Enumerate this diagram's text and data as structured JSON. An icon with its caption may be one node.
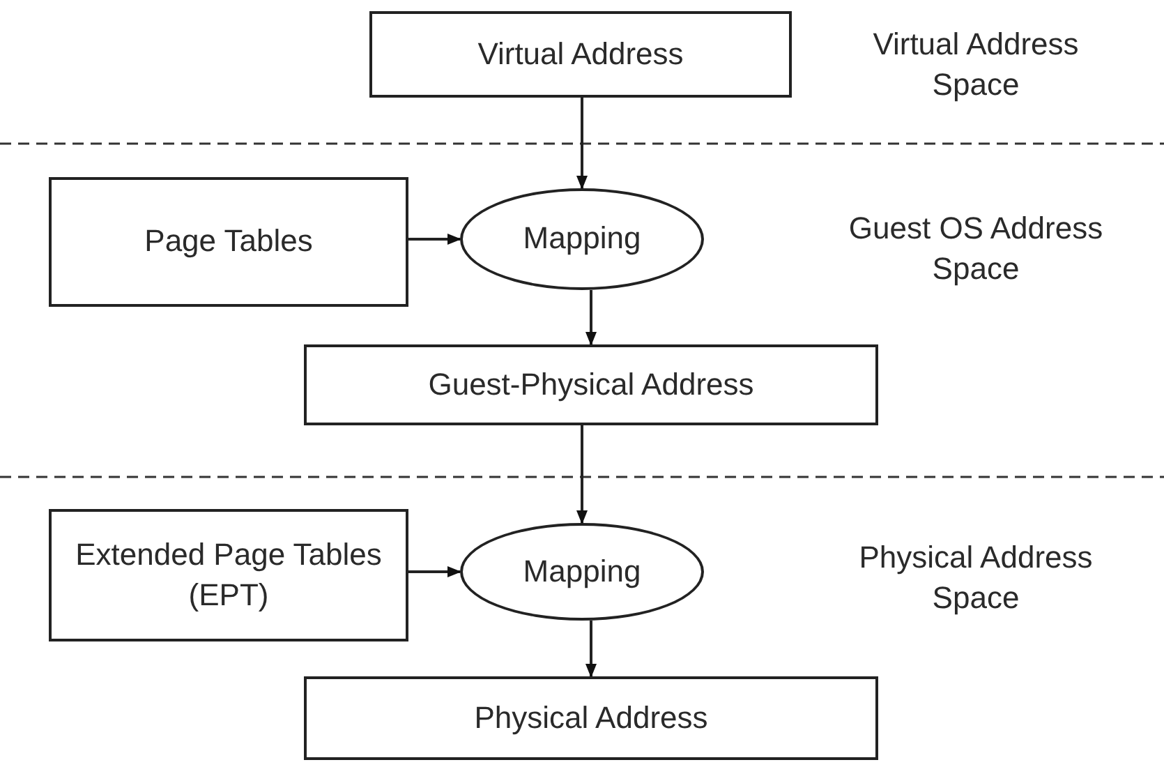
{
  "diagram": {
    "nodes": [
      {
        "text": [
          "Virtual Address"
        ]
      },
      {
        "text": [
          "Page Tables"
        ]
      },
      {
        "text": [
          "Mapping"
        ]
      },
      {
        "text": [
          "Guest-Physical Address"
        ]
      },
      {
        "text": [
          "Extended Page Tables (EPT)"
        ]
      },
      {
        "text": [
          "Mapping"
        ]
      },
      {
        "text": [
          "Physical Address"
        ]
      }
    ],
    "edges": [
      {
        "from": 0,
        "to": 2,
        "arrow": "to"
      },
      {
        "from": 1,
        "to": 2,
        "arrow": "to"
      },
      {
        "from": 2,
        "to": 3,
        "arrow": "to"
      },
      {
        "from": 3,
        "to": 5,
        "arrow": "to"
      },
      {
        "from": 4,
        "to": 5,
        "arrow": "to"
      },
      {
        "from": 5,
        "to": 6,
        "arrow": "to"
      }
    ],
    "labels": [
      "Virtual Address Space",
      "Guest OS Address Space",
      "Physical Address Space"
    ]
  }
}
